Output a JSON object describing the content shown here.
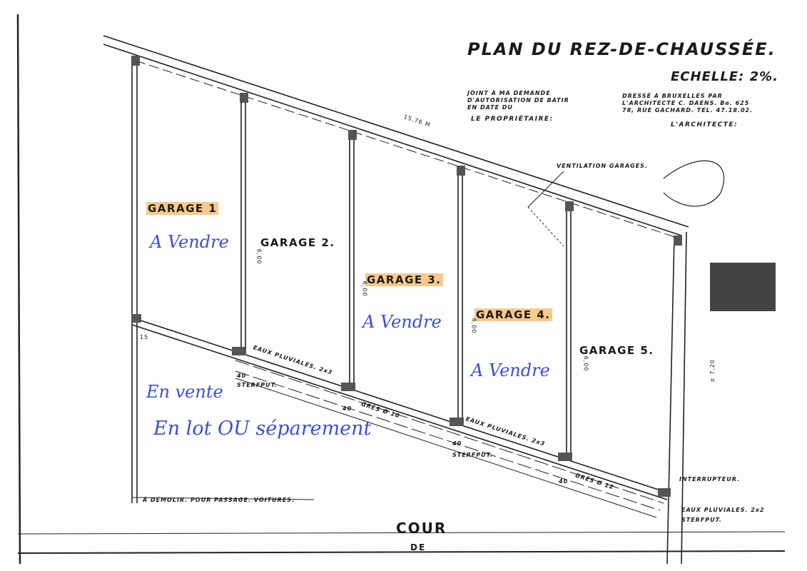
{
  "title": "PLAN DU REZ-DE-CHAUSSÉE.",
  "scale": "ECHELLE: 2%.",
  "request_note": [
    "JOINT À MA DEMANDE",
    "D'AUTORISATION DE BATIR",
    "EN DATE DU"
  ],
  "owner_label": "LE PROPRIÉTAIRE:",
  "architect_note": [
    "DRESSÉ À BRUXELLES PAR",
    "L'ARCHITECTE C. DAENS. Be. 625",
    "78, RUE GACHARD. TEL. 47.18.02."
  ],
  "architect_label": "L'ARCHITECTE:",
  "dimension_top": "15,76 M",
  "dimension_right": "± 7,20",
  "dimension_depth": "6,00",
  "dimension_side": "15",
  "ventilation": "VENTILATION GARAGES.",
  "garages": [
    {
      "label": "GARAGE 1",
      "highlighted": true,
      "note": "A Vendre"
    },
    {
      "label": "GARAGE 2.",
      "highlighted": false
    },
    {
      "label": "GARAGE 3.",
      "highlighted": true,
      "note": "A Vendre"
    },
    {
      "label": "GARAGE 4.",
      "highlighted": true,
      "note": "A Vendre"
    },
    {
      "label": "GARAGE 5.",
      "highlighted": false
    }
  ],
  "handwritten": [
    "En vente",
    "En lot OU séparement"
  ],
  "drain_labels": {
    "eaux1": "EAUX PLUVIALES. 2x3",
    "eaux2": "EAUX PLUVIALES. 2x3",
    "eaux3": "EAUX PLUVIALES. 2x2",
    "sterfput1": "STERFPUT.",
    "sterfput2": "STERFPUT.",
    "sterfput3": "STERFPUT.",
    "gres1": "GRÈS Ø 10",
    "gres2": "GRÈS Ø 12",
    "d40a": "40",
    "d40b": "40",
    "d40c": "40",
    "d40d": "40",
    "interrupteur": "INTERRUPTEUR."
  },
  "demolish_note": "À DÉMOLIR. POUR PASSAGE. VOITURES.",
  "courtyard": "COUR",
  "courtyard_cut": "DE",
  "colors": {
    "highlight": "#f7c98a",
    "ink": "#1a1a1a",
    "handwriting": "#3b4fd6"
  }
}
